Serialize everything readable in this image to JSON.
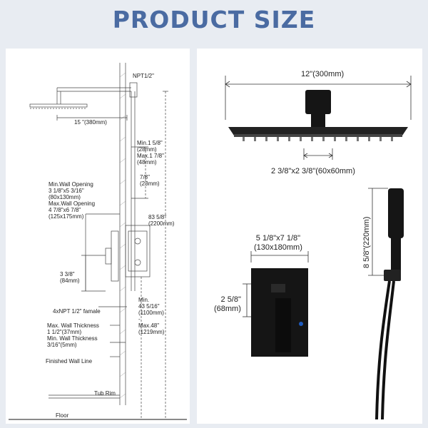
{
  "title": "PRODUCT SIZE",
  "left": {
    "npt": "NPT1/2\"",
    "arm": "15 \"(380mm)",
    "min_max_1": "Min.1 5/8\"\n(28mm)\nMax.1 7/8\"\n(48mm)",
    "seven_eighths": "7/8\"\n(23mm)",
    "wall_opening": "Min.Wall Opening\n3 1/8\"x5 3/16\"\n(80x130mm)\nMax.Wall Opening\n4 7/8\"x6 7/8\"\n(125x175mm)",
    "height_total": "83 5/8\"\n(2200mm)",
    "three_3_8": "3 3/8\"\n(84mm)",
    "npt_female": "4xNPT 1/2\" famale",
    "min_height": "Min.\n43 5/16\"\n(1100mm)\n-\nMax.48\"\n(1219mm)",
    "wall_thickness": "Max. Wall Thickness\n1 1/2\"(37mm)\nMin. Wall Thickness\n3/16\"(5mm)",
    "finished_wall": "Finished Wall Line",
    "tub_rim": "Tub Rim",
    "floor": "Floor"
  },
  "right": {
    "head_width": "12\"(300mm)",
    "head_base": "2 3/8\"x2 3/8\"(60x60mm)",
    "valve_plate": "5 1/8\"x7 1/8\"\n(130x180mm)",
    "valve_depth": "2 5/8\"\n(68mm)",
    "hand_shower": "8 5/8\"(220mm)"
  },
  "colors": {
    "title": "#4a6ba2",
    "background": "#e8ecf2",
    "product": "#151515"
  }
}
